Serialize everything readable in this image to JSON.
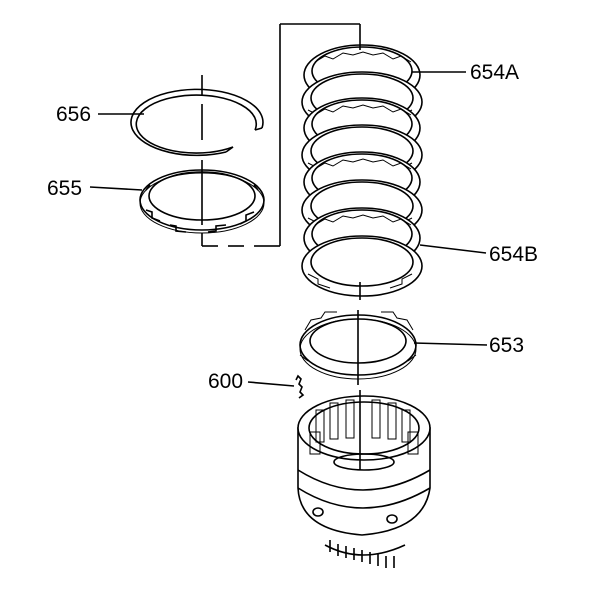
{
  "callouts": {
    "c656": "656",
    "c655": "655",
    "c654a": "654A",
    "c654b": "654B",
    "c653": "653",
    "c600": "600"
  },
  "colors": {
    "ink": "#000000",
    "paper": "#ffffff"
  }
}
